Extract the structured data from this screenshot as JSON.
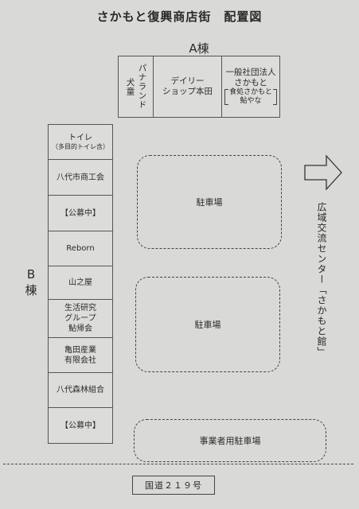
{
  "title": "さかもと復興商店街　配置図",
  "block_a": {
    "label": "A棟",
    "shop1": {
      "col1": "犬童",
      "col2": "パナランド"
    },
    "shop2": {
      "line1": "デイリー",
      "line2": "ショップ本田"
    },
    "shop3": {
      "line1": "一般社団法人",
      "line2": "さかもと",
      "sub1": "食処さかもと",
      "sub2": "鮎やな"
    }
  },
  "block_b": {
    "label1": "B",
    "label2": "棟",
    "toilet": {
      "line1": "トイレ",
      "line2": "（多目的トイレ含）"
    },
    "cells": {
      "c1": "八代市商工会",
      "c2": "【公募中】",
      "c3": "Reborn",
      "c4": "山之屋",
      "c5a": "生活研究",
      "c5b": "グループ",
      "c5c": "鮎帰会",
      "c6a": "亀田産業",
      "c6b": "有限会社",
      "c7": "八代森林組合",
      "c8": "【公募中】"
    }
  },
  "parking": {
    "p1": "駐車場",
    "p2": "駐車場",
    "p3": "事業者用駐車場"
  },
  "right_label": "広域交流センター「さかもと館」",
  "road": "国道２１９号"
}
